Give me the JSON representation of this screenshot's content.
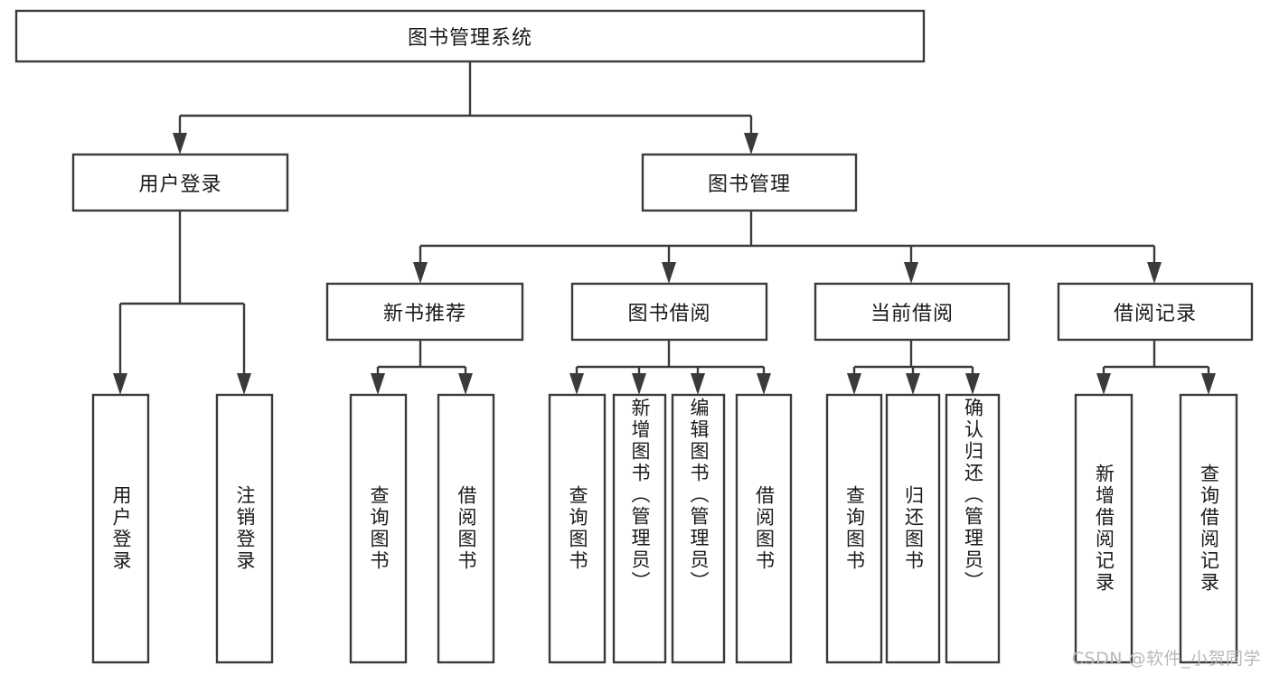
{
  "diagram": {
    "title": "图书管理系统",
    "type": "hierarchy-tree",
    "watermark": "CSDN @软件_小贺同学",
    "colors": {
      "box_stroke": "#3a3a3a",
      "box_fill": "#ffffff",
      "text": "#1a1a1a",
      "watermark": "#b9b9b9",
      "background": "#ffffff"
    },
    "nodes": {
      "root": {
        "label": "图书管理系统",
        "orientation": "horizontal"
      },
      "level1": [
        {
          "label": "用户登录",
          "orientation": "horizontal"
        },
        {
          "label": "图书管理",
          "orientation": "horizontal"
        }
      ],
      "level2": [
        {
          "label": "新书推荐",
          "orientation": "horizontal"
        },
        {
          "label": "图书借阅",
          "orientation": "horizontal"
        },
        {
          "label": "当前借阅",
          "orientation": "horizontal"
        },
        {
          "label": "借阅记录",
          "orientation": "horizontal"
        }
      ],
      "leaves_user_login": [
        {
          "label": "用户登录",
          "orientation": "vertical"
        },
        {
          "label": "注销登录",
          "orientation": "vertical"
        }
      ],
      "leaves_new_book": [
        {
          "label": "查询图书",
          "orientation": "vertical"
        },
        {
          "label": "借阅图书",
          "orientation": "vertical"
        }
      ],
      "leaves_borrow": [
        {
          "label": "查询图书",
          "orientation": "vertical"
        },
        {
          "label": "新增图书（管理员）",
          "orientation": "vertical"
        },
        {
          "label": "编辑图书（管理员）",
          "orientation": "vertical"
        },
        {
          "label": "借阅图书",
          "orientation": "vertical"
        }
      ],
      "leaves_current": [
        {
          "label": "查询图书",
          "orientation": "vertical"
        },
        {
          "label": "归还图书",
          "orientation": "vertical"
        },
        {
          "label": "确认归还（管理员）",
          "orientation": "vertical"
        }
      ],
      "leaves_records": [
        {
          "label": "新增借阅记录",
          "orientation": "vertical"
        },
        {
          "label": "查询借阅记录",
          "orientation": "vertical"
        }
      ]
    }
  }
}
